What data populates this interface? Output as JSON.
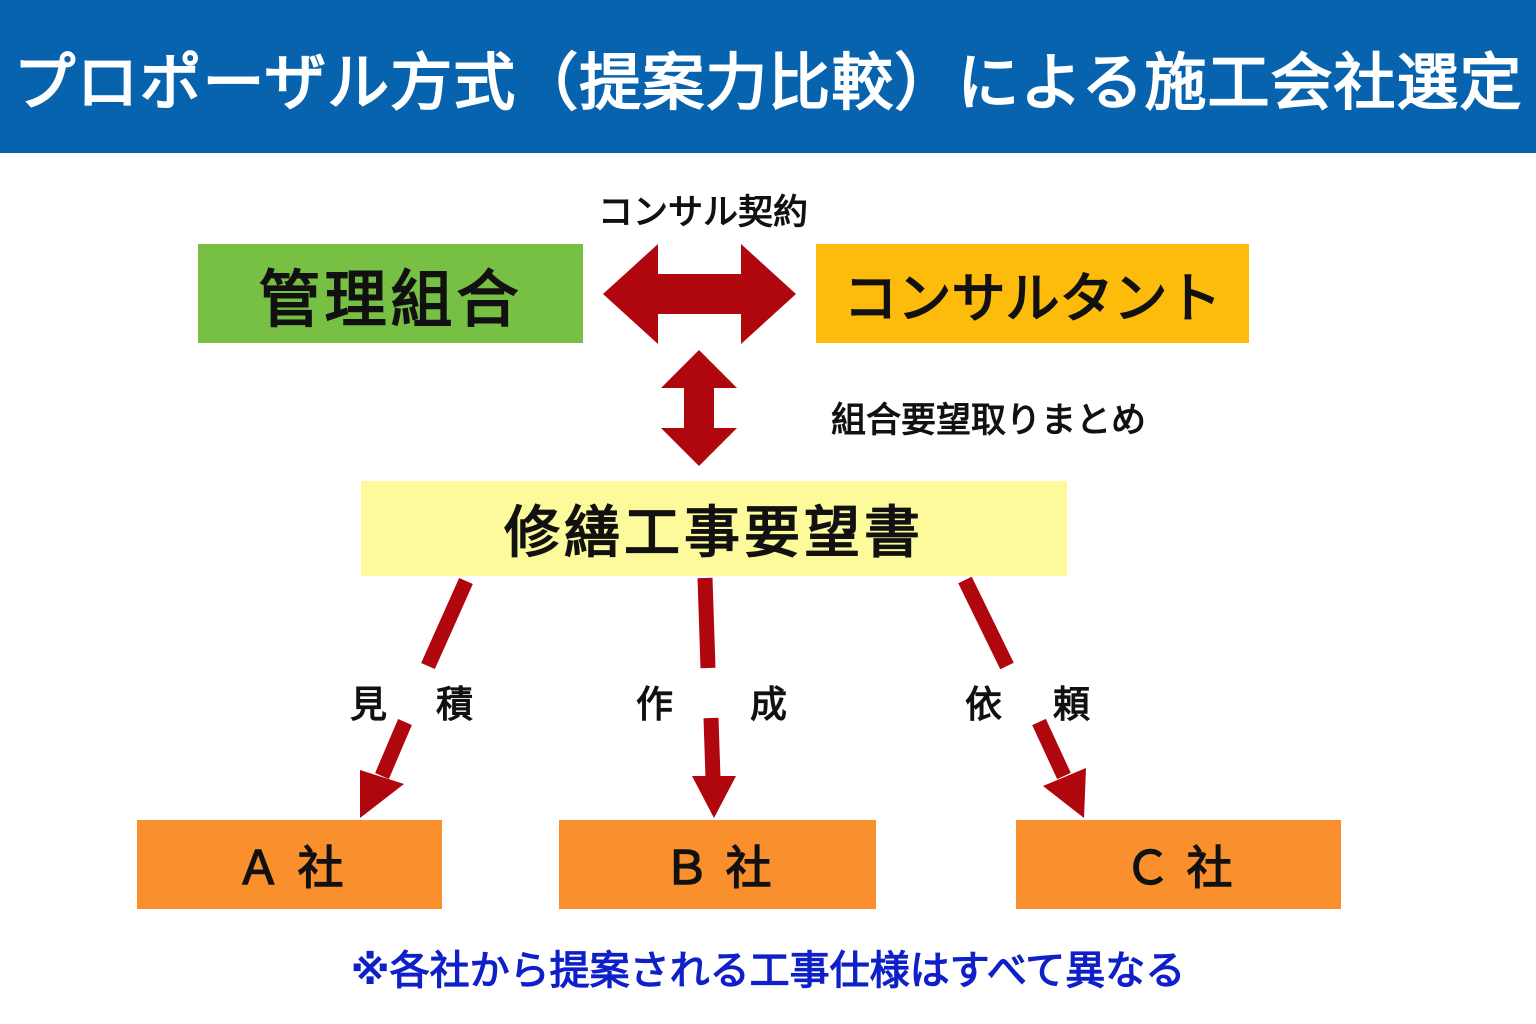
{
  "title": "プロポーザル方式（提案力比較）による施工会社選定",
  "nodes": {
    "kumiai": "管理組合",
    "consultant": "コンサルタント",
    "yobosho": "修繕工事要望書",
    "company_a": "Ａ 社",
    "company_b": "Ｂ 社",
    "company_c": "Ｃ 社"
  },
  "edge_labels": {
    "contract": "コンサル契約",
    "summary": "組合要望取りまとめ",
    "estimate_1": "見",
    "estimate_2": "積",
    "create_1": "作",
    "create_2": "成",
    "request_1": "依",
    "request_2": "頼"
  },
  "note": "※各社から提案される工事仕様はすべて異なる",
  "colors": {
    "header": "#0763ad",
    "kumiai": "#77c043",
    "consultant": "#fdbb0b",
    "yobosho": "#fdfa9c",
    "company": "#fa8f2e",
    "arrow": "#b0060e",
    "note": "#1020c8"
  }
}
